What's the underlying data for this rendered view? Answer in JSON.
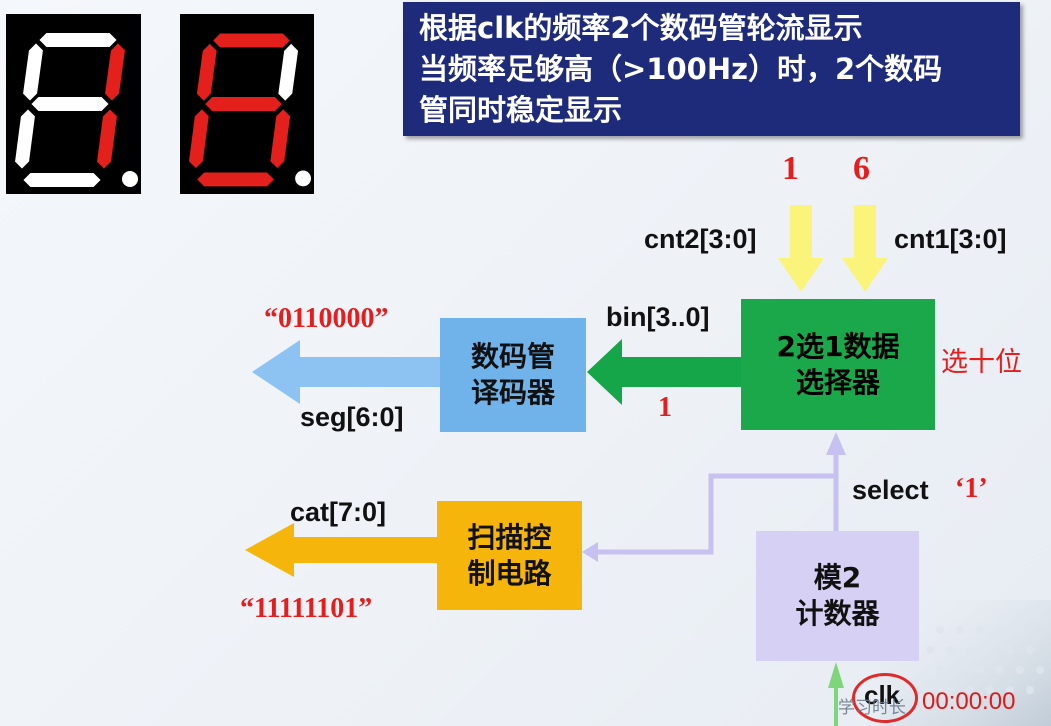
{
  "title": {
    "lines": [
      "根据clk的频率2个数码管轮流显示",
      "当频率足够高（>100Hz）时，2个数码",
      "管同时稳定显示"
    ]
  },
  "displays": {
    "digit1_value": "1",
    "digit2_value": "6",
    "segments_on_color": "#e3201b",
    "segments_off_color": "#ffffff",
    "background_color": "#000000"
  },
  "inputs": {
    "cnt2_value": "1",
    "cnt1_value": "6",
    "cnt2_label": "cnt2[3:0]",
    "cnt1_label": "cnt1[3:0]"
  },
  "mux": {
    "line1": "2选1数据",
    "line2": "选择器",
    "note": "选十位",
    "color": "#1aa84a"
  },
  "bin": {
    "label": "bin[3..0]",
    "value": "1"
  },
  "decoder": {
    "line1": "数码管",
    "line2": "译码器",
    "color": "#6fb3ea"
  },
  "seg": {
    "label": "seg[6:0]",
    "value": "“0110000”"
  },
  "scan": {
    "line1": "扫描控",
    "line2": "制电路",
    "color": "#f5b50a"
  },
  "cat": {
    "label": "cat[7:0]",
    "value": "“11111101”"
  },
  "select": {
    "label": "select",
    "value": "‘1’"
  },
  "counter": {
    "line1": "模2",
    "line2": "计数器",
    "color": "#d6d0f5"
  },
  "clk": {
    "label": "clk"
  },
  "watermark": {
    "text": "学习时长"
  },
  "timer": {
    "text": "00:00:00"
  }
}
